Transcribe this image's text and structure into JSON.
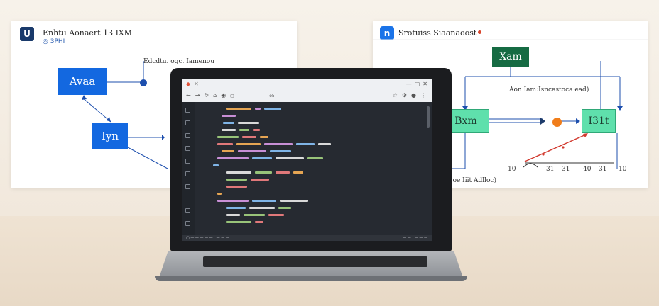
{
  "left_panel": {
    "logo_letter": "U",
    "title": "Enhtu Aonaert 13 IXM",
    "subtitle": "◎ 3PHI",
    "annotation": "Edcdtu. ogc. Iamenou",
    "node_top": "Avaa",
    "node_bottom": "Iyn",
    "colors": {
      "node": "#1368e0",
      "logo": "#1a3a6b"
    }
  },
  "right_panel": {
    "logo_letter": "n",
    "title": "Srotuiss Siaanaoost",
    "node_top": "Xam",
    "node_left": "Bxm",
    "node_right": "I31t",
    "annotation_top": "Aon Iam:Isncastoca ead)",
    "axis_ticks": [
      "10",
      "31",
      "31",
      "40",
      "31",
      "10"
    ],
    "axis_caption": "Eoe Iiit Adlloc)",
    "colors": {
      "node_top": "#166b43",
      "node_side": "#5fe0ac",
      "dot": "#f07d1a",
      "line": "#d23a2f",
      "logo": "#1a73e8"
    }
  },
  "laptop": {
    "address_text": "▢ — — — — — — o5",
    "status_items": [
      "▢ — — — — —",
      "— — —",
      "— —",
      "— — —"
    ]
  }
}
